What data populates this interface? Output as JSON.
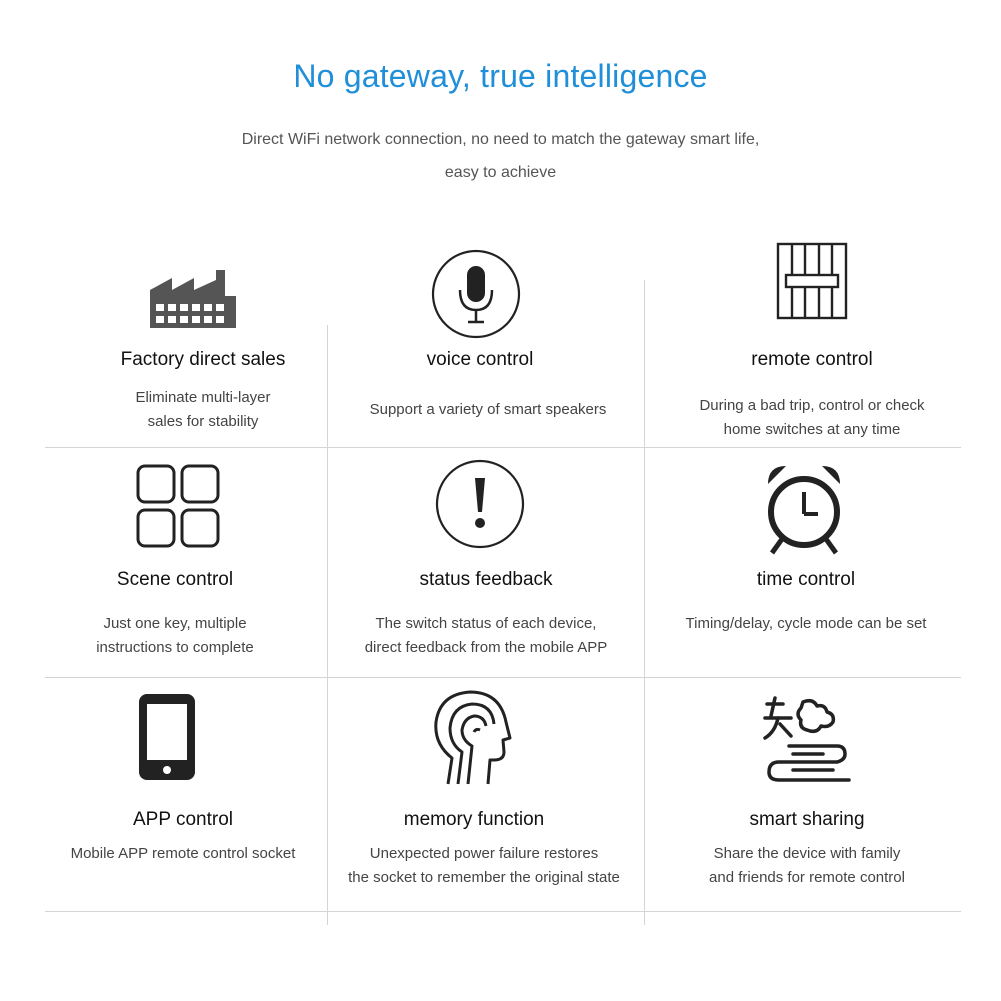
{
  "header": {
    "title": "No gateway, true intelligence",
    "subtitle_line1": "Direct WiFi network connection, no need to match the gateway smart life,",
    "subtitle_line2": "easy to achieve"
  },
  "colors": {
    "title": "#1f8fd9",
    "text": "#111111",
    "desc": "#444444",
    "icon": "#222222",
    "factory_icon": "#555555",
    "divider": "#d4d4d4"
  },
  "features": [
    {
      "icon": "factory-icon",
      "title": "Factory direct sales",
      "desc": [
        "Eliminate multi-layer",
        "sales for stability"
      ]
    },
    {
      "icon": "microphone-icon",
      "title": "voice control",
      "desc": [
        "Support a variety of smart speakers"
      ]
    },
    {
      "icon": "switch-panel-icon",
      "title": "remote control",
      "desc": [
        "During a bad trip, control or check",
        "home switches at any time"
      ]
    },
    {
      "icon": "grid-squares-icon",
      "title": "Scene control",
      "desc": [
        "Just one key, multiple",
        "instructions to complete"
      ]
    },
    {
      "icon": "exclamation-circle-icon",
      "title": "status feedback",
      "desc": [
        "The switch status of each device,",
        "direct feedback from the mobile APP"
      ]
    },
    {
      "icon": "alarm-clock-icon",
      "title": "time control",
      "desc": [
        "Timing/delay, cycle mode can be set"
      ]
    },
    {
      "icon": "smartphone-icon",
      "title": "APP control",
      "desc": [
        "Mobile APP remote control socket"
      ]
    },
    {
      "icon": "head-brain-icon",
      "title": "memory function",
      "desc": [
        "Unexpected power failure restores",
        "the socket to remember the original state"
      ]
    },
    {
      "icon": "smart-cloud-icon",
      "title": "smart sharing",
      "desc": [
        "Share the device with family",
        "and friends for remote control"
      ]
    }
  ]
}
